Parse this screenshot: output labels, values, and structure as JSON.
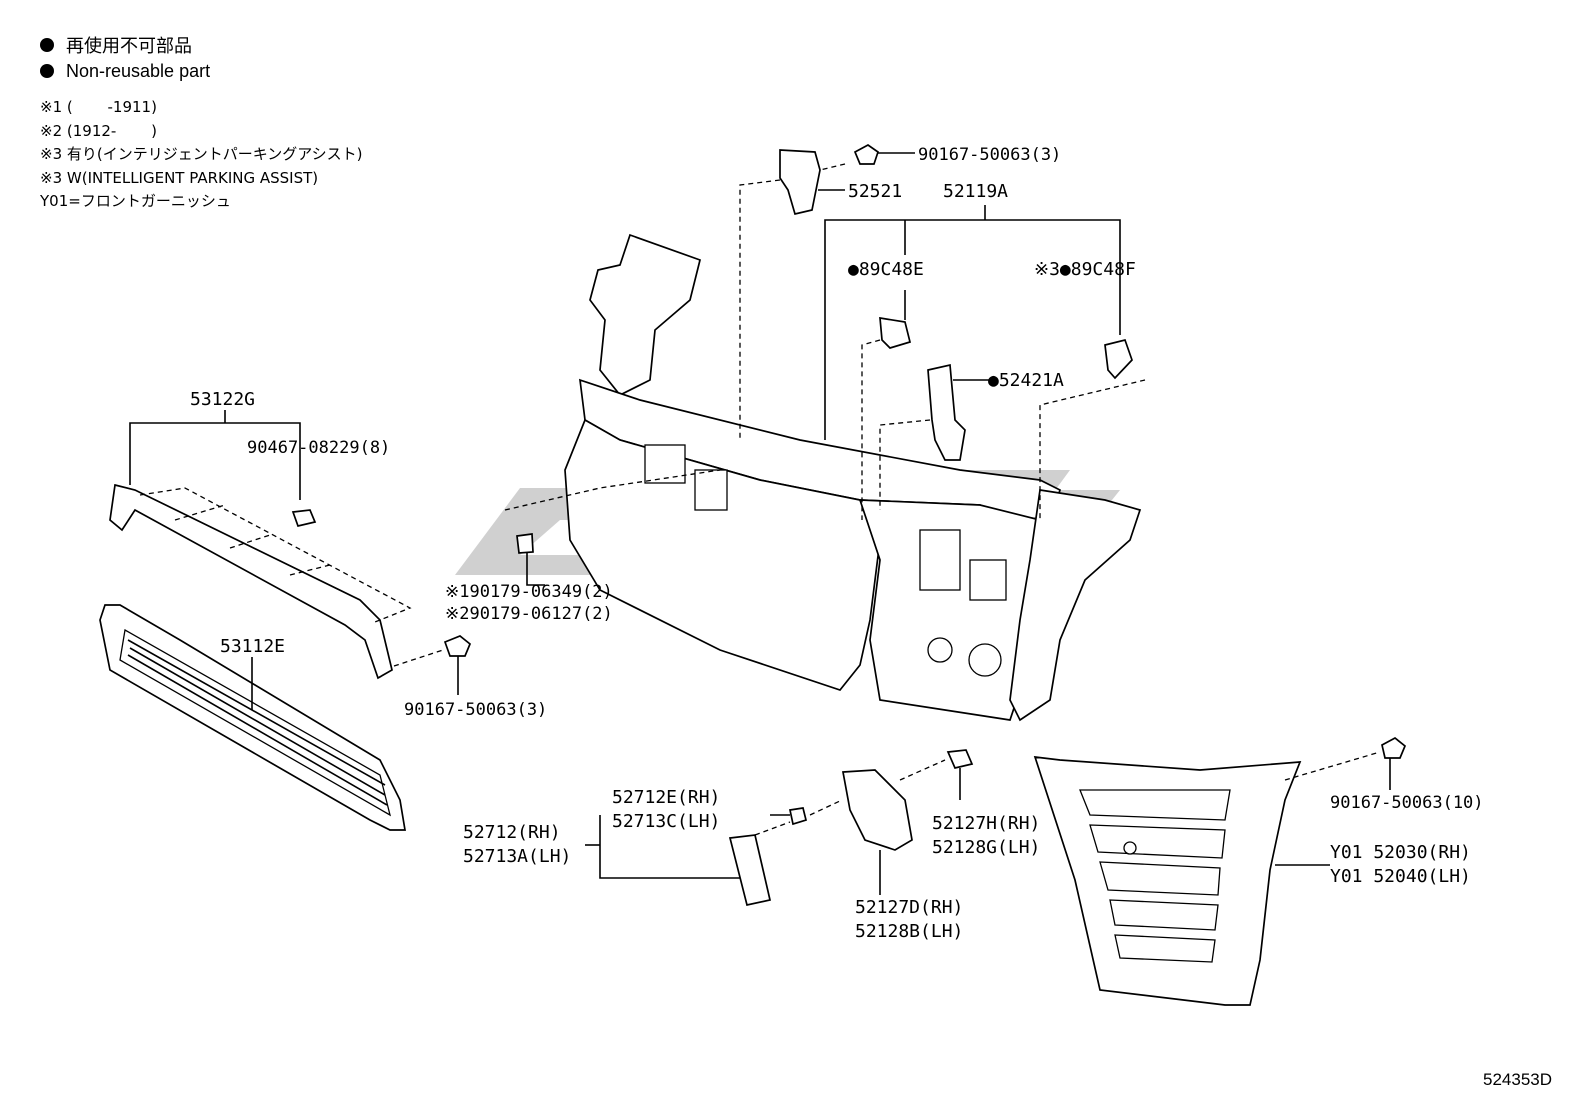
{
  "legend": {
    "items": [
      {
        "label": "再使用不可部品"
      },
      {
        "label": "Non-reusable part"
      }
    ]
  },
  "notes": [
    "※1 (　　 -1911)",
    "※2 (1912-　　 )",
    "※3 有り(インテリジェントパーキングアシスト)",
    "※3 W(INTELLIGENT PARKING ASSIST)",
    "Y01=フロントガーニッシュ"
  ],
  "callouts": {
    "c1": "90167-50063(3)",
    "c2": "52521",
    "c3": "52119A",
    "c4": "●89C48E",
    "c5": "※3●89C48F",
    "c6": "●52421A",
    "c7": "53122G",
    "c8": "90467-08229(8)",
    "c9": "※190179-06349(2)",
    "c10": "※290179-06127(2)",
    "c11": "53112E",
    "c12": "90167-50063(3)",
    "c13": "52712E(RH)",
    "c14": "52713C(LH)",
    "c15": "52712(RH)",
    "c16": "52713A(LH)",
    "c17": "52127H(RH)",
    "c18": "52128G(LH)",
    "c19": "52127D(RH)",
    "c20": "52128B(LH)",
    "c21": "90167-50063(10)",
    "c22": "Y01 52030(RH)",
    "c23": "Y01 52040(LH)"
  },
  "diagram_id": "524353D"
}
